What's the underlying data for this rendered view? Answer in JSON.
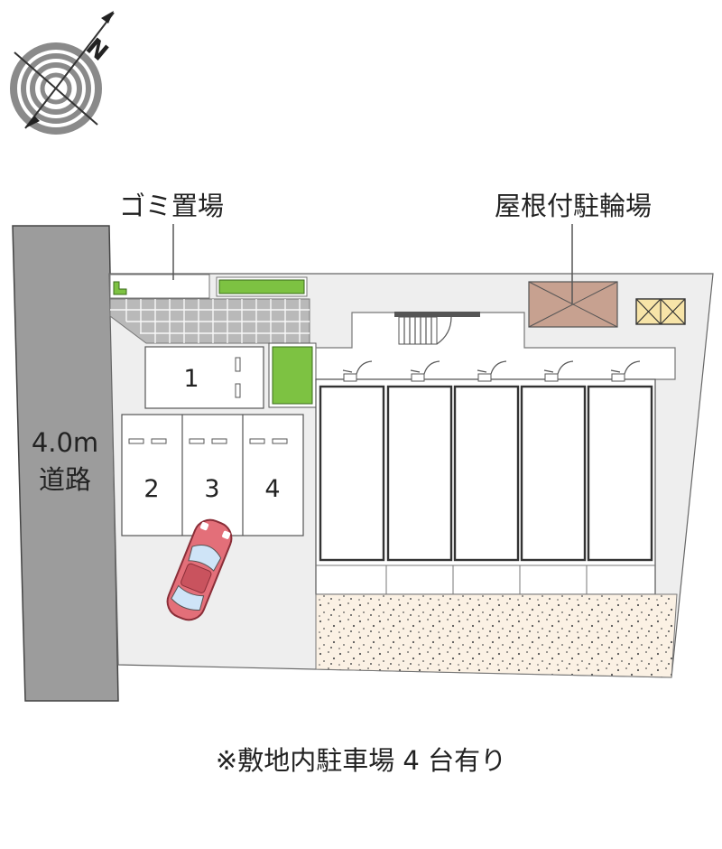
{
  "compass": {
    "north_label": "N"
  },
  "labels": {
    "garbage_area": "ゴミ置場",
    "covered_bicycle_parking": "屋根付駐輪場",
    "road_width": "4.0m",
    "road_name": "道路"
  },
  "parking_spaces": [
    "1",
    "2",
    "3",
    "4"
  ],
  "footer": {
    "note": "※敷地内駐車場 4 台有り"
  },
  "colors": {
    "road": "#9c9c9c",
    "site": "#eeeeee",
    "hedge": "#7dc242",
    "bicycle_shelter": "#c7a190",
    "gravel": "#fbf1e4",
    "car": "#e36f79",
    "box_highlight": "#f7e4a8"
  }
}
